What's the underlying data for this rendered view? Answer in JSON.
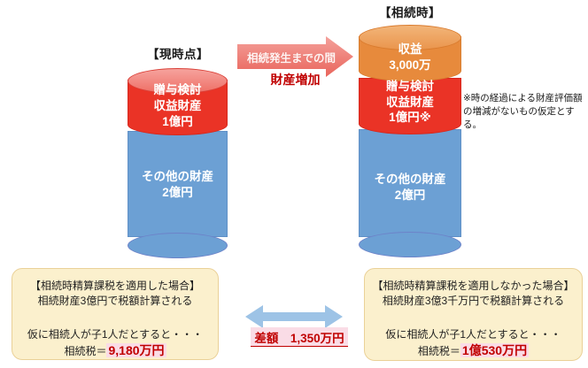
{
  "current": {
    "title": "【現時点】",
    "gift": {
      "line1": "贈与検討",
      "line2": "収益財産",
      "line3": "1億円"
    },
    "other": {
      "line1": "その他の財産",
      "line2": "2億円"
    }
  },
  "transition": {
    "arrow_label": "相続発生までの間",
    "increase_label": "財産増加"
  },
  "inheritance": {
    "title": "【相続時】",
    "profit": {
      "line1": "収益",
      "line2": "3,000万"
    },
    "gift": {
      "line1": "贈与検討",
      "line2": "収益財産",
      "line3": "1億円※"
    },
    "other": {
      "line1": "その他の財産",
      "line2": "2億円"
    }
  },
  "note": {
    "line1": "※時の経過による財産評価額",
    "line2": "の増減がないもの仮定とする。"
  },
  "applied_box": {
    "heading": "【相続時精算課税を適用した場合】",
    "subheading": "相続財産3億円で税額計算される",
    "assumption": "仮に相続人が子1人だとすると・・・",
    "tax_label": "相続税＝",
    "tax_value": "9,180万円"
  },
  "difference": {
    "label": "差額　1,350万円"
  },
  "not_applied_box": {
    "heading": "【相続時精算課税を適用しなかった場合】",
    "subheading": "相続財産3億3千万円で税額計算される",
    "assumption": "仮に相続人が子1人だとすると・・・",
    "tax_label": "相続税＝",
    "tax_value": "1億530万円"
  },
  "colors": {
    "segment_red": "#EA3326",
    "segment_orange": "#E78A3C",
    "segment_blue": "#6CA0D4",
    "accent_red": "#C00000",
    "highlight_pink": "#FADCE6",
    "box_background": "#FBF0CD",
    "transition_arrow_pink": "#EC7067",
    "difference_arrow_blue": "#9DC3E6"
  }
}
